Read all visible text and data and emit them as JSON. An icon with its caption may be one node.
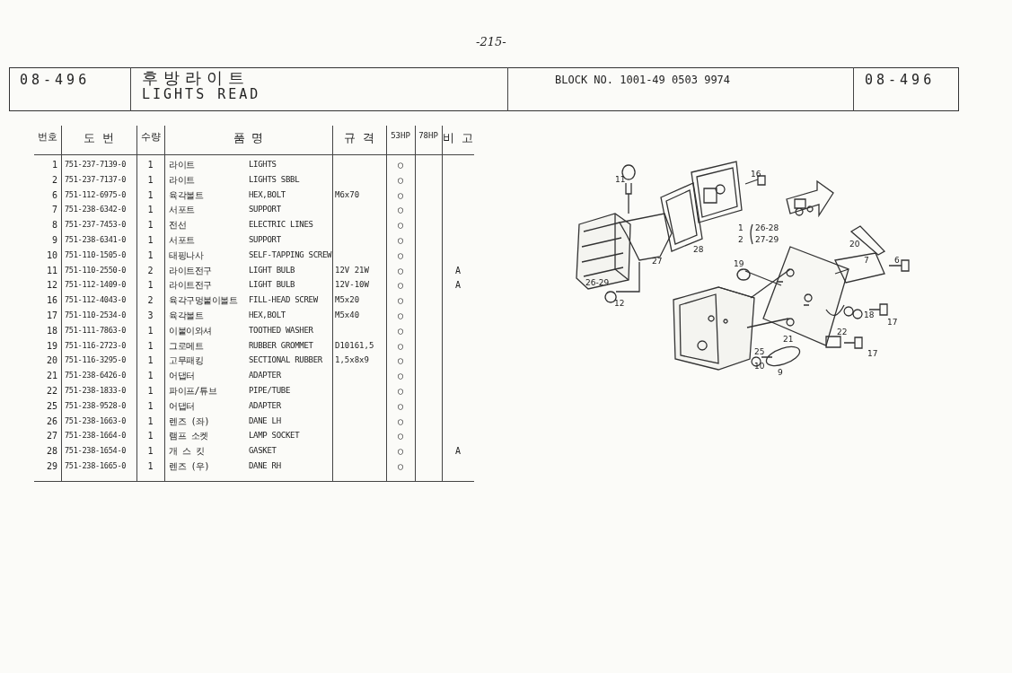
{
  "diagram": {
    "labels": [
      "-215-",
      "08-496",
      "후방라이트",
      "LIGHTS READ",
      "BLOCK NO. 1001-49 0503 9974",
      "08-496",
      "번호",
      "도 번",
      "수량",
      "품 명",
      "규 격",
      "53HP",
      "78HP",
      "비 고",
      "1",
      "751-237-7139-0",
      "1",
      "라이트",
      "LIGHTS",
      "○",
      "2",
      "751-237-7137-0",
      "1",
      "라이트",
      "LIGHTS SBBL",
      "○",
      "6",
      "751-112-6975-0",
      "1",
      "육각볼트",
      "HEX,BOLT",
      "M6x70",
      "○",
      "7",
      "751-238-6342-0",
      "1",
      "서포트",
      "SUPPORT",
      "○",
      "8",
      "751-237-7453-0",
      "1",
      "전선",
      "ELECTRIC LINES",
      "○",
      "9",
      "751-238-6341-0",
      "1",
      "서포트",
      "SUPPORT",
      "○",
      "10",
      "751-110-1505-0",
      "1",
      "태핑나사",
      "SELF-TAPPING SCREW",
      "○",
      "11",
      "751-110-2550-0",
      "2",
      "라이트전구",
      "LIGHT BULB",
      "12V 21W",
      "○",
      "A",
      "12",
      "751-112-1409-0",
      "1",
      "라이트전구",
      "LIGHT BULB",
      "12V-10W",
      "○",
      "A",
      "16",
      "751-112-4043-0",
      "2",
      "육각구멍붙이볼트",
      "FILL-HEAD SCREW",
      "M5x20",
      "○",
      "17",
      "751-110-2534-0",
      "3",
      "육각볼트",
      "HEX,BOLT",
      "M5x40",
      "○",
      "18",
      "751-111-7863-0",
      "1",
      "이붙이와셔",
      "TOOTHED WASHER",
      "○",
      "19",
      "751-116-2723-0",
      "1",
      "그로메트",
      "RUBBER GROMMET",
      "D10161,5",
      "○",
      "20",
      "751-116-3295-0",
      "1",
      "고무패킹",
      "SECTIONAL RUBBER",
      "1,5x8x9",
      "○",
      "21",
      "751-238-6426-0",
      "1",
      "어댑터",
      "ADAPTER",
      "○",
      "22",
      "751-238-1833-0",
      "1",
      "파이프/튜브",
      "PIPE/TUBE",
      "○",
      "25",
      "751-238-9528-0",
      "1",
      "어댑터",
      "ADAPTER",
      "○",
      "26",
      "751-238-1663-0",
      "1",
      "렌즈 (좌)",
      "DANE LH",
      "○",
      "27",
      "751-238-1664-0",
      "1",
      "램프 소켓",
      "LAMP SOCKET",
      "○",
      "28",
      "751-238-1654-0",
      "1",
      "개 스 킷",
      "GASKET",
      "○",
      "A",
      "29",
      "751-238-1665-0",
      "1",
      "렌즈 (우)",
      "DANE RH",
      "○",
      "11",
      "16",
      "28",
      "27",
      "26-29",
      "12",
      "1",
      "26-28",
      "2",
      "27-29",
      "20",
      "7",
      "6",
      "19",
      "25",
      "21",
      "18",
      "17",
      "22",
      "17",
      "10",
      "9"
    ]
  }
}
